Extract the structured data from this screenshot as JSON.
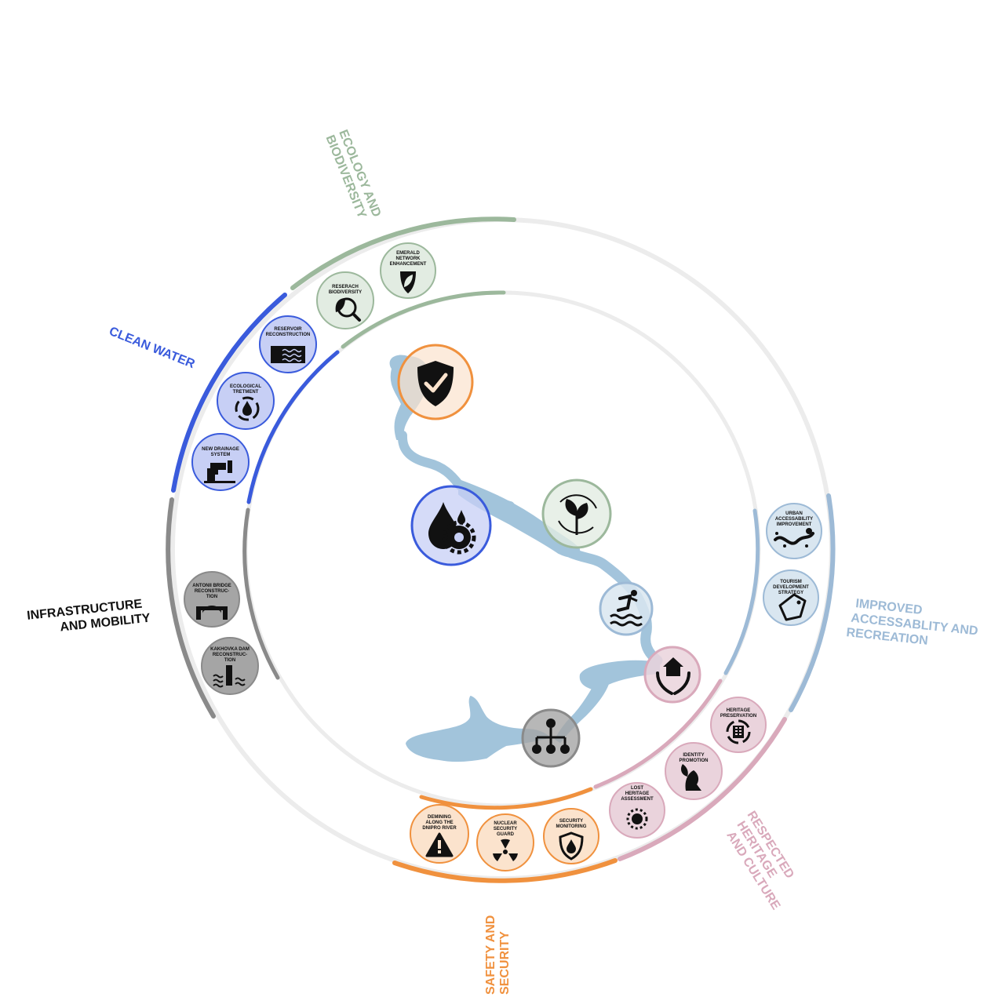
{
  "colors": {
    "ecology": "#9cb89c",
    "ecology_fill": "#e2ece2",
    "water": "#3a5bdc",
    "water_fill": "#c7cff5",
    "infra": "#7a7a7a",
    "infra_fill": "#a5a5a5",
    "access": "#9dbad6",
    "access_fill": "#d9e6f0",
    "heritage": "#d9a9bb",
    "heritage_fill": "#ead3dc",
    "safety": "#f0913e",
    "safety_fill": "#fbe3cd",
    "river": "#9ec1da",
    "ring_gray": "#ececec"
  },
  "categories": {
    "ecology": [
      "ECOLOGY AND",
      "BIODIVERSITY"
    ],
    "water": [
      "CLEAN WATER"
    ],
    "infra": [
      "INFRASTRUCTURE",
      "AND MOBILITY"
    ],
    "access": [
      "IMPROVED",
      "ACCESSABLITY AND",
      "RECREATION"
    ],
    "heritage": [
      "RESPECTED",
      "HERITAGE",
      "AND CULTURE"
    ],
    "safety": [
      "SAFETY AND",
      "SECURITY"
    ]
  },
  "nodes": {
    "emerald": [
      "EMERALD",
      "NETWORK",
      "ENHANCEMENT"
    ],
    "research": [
      "RESERACH",
      "BIODIVERSITY"
    ],
    "reservoir": [
      "RESERVOIR",
      "RECONSTRUCTION"
    ],
    "eco_treatment": [
      "ECOLOGICAL",
      "TRETMENT"
    ],
    "drainage": [
      "NEW DRAINAGE",
      "SYSTEM"
    ],
    "antonii": [
      "ANTONII BRIDGE",
      "RECONSTRUC-",
      "TION"
    ],
    "kakhovka": [
      "KAKHOVKA DAM",
      "RECONSTRUC-",
      "TION"
    ],
    "urban_access": [
      "URBAN",
      "ACCESSABILITY",
      "IMPROVEMENT"
    ],
    "tourism": [
      "TOURISM",
      "DEVELOPMENT",
      "STRATEGY"
    ],
    "heritage_pres": [
      "HERITAGE",
      "PRESERVATION"
    ],
    "identity": [
      "IDENTITY",
      "PROMOTION"
    ],
    "lost_heritage": [
      "LOST",
      "HERITAGE",
      "ASSESSMENT"
    ],
    "demining": [
      "DEMINING",
      "ALONG THE",
      "DNIPRO RIVER"
    ],
    "nuclear": [
      "NUCLEAR",
      "SECURITY",
      "GUARD"
    ],
    "monitoring": [
      "SECURITY",
      "MONITORING"
    ]
  },
  "hubs": {
    "safety": "shield-check-icon",
    "water": "water-gear-icon",
    "ecology": "leaf-cycle-icon",
    "access": "swimmer-icon",
    "heritage": "home-hands-icon",
    "infra": "network-icon"
  }
}
